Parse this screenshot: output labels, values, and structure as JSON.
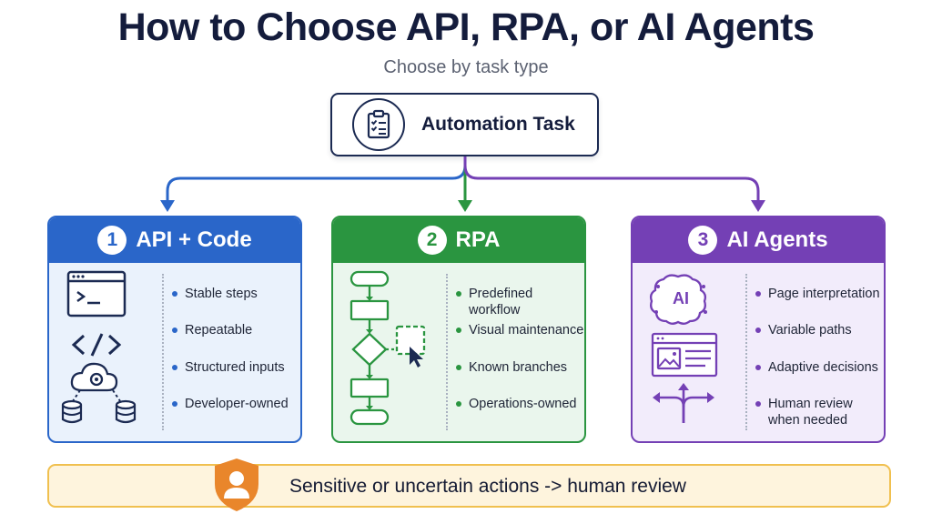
{
  "title": "How to Choose API, RPA, or AI Agents",
  "subtitle": "Choose by task type",
  "task": {
    "label": "Automation Task",
    "icon": "clipboard-checklist-icon"
  },
  "colors": {
    "api": "#2a66c9",
    "rpa": "#2a9540",
    "ai": "#7440b5",
    "navy": "#1b2a52",
    "bottom_border": "#f0c04f",
    "bottom_fill": "#fef4dd",
    "shield": "#e9862b"
  },
  "cards": [
    {
      "number": "1",
      "title": "API + Code",
      "icons": [
        "terminal-window-icon",
        "code-brackets-icon",
        "cloud-gear-databases-icon"
      ],
      "bullets": [
        "Stable steps",
        "Repeatable",
        "Structured inputs",
        "Developer-owned"
      ]
    },
    {
      "number": "2",
      "title": "RPA",
      "icons": [
        "flowchart-icon",
        "cursor-icon"
      ],
      "bullets": [
        "Predefined workflow",
        "Visual maintenance",
        "Known branches",
        "Operations-owned"
      ]
    },
    {
      "number": "3",
      "title": "AI Agents",
      "icons": [
        "ai-brain-icon",
        "webpage-icon",
        "branching-arrows-icon"
      ],
      "bullets": [
        "Page interpretation",
        "Variable paths",
        "Adaptive decisions",
        "Human review when needed"
      ]
    }
  ],
  "bottom": {
    "text": "Sensitive or uncertain actions -> human review",
    "icon": "shield-person-icon"
  }
}
